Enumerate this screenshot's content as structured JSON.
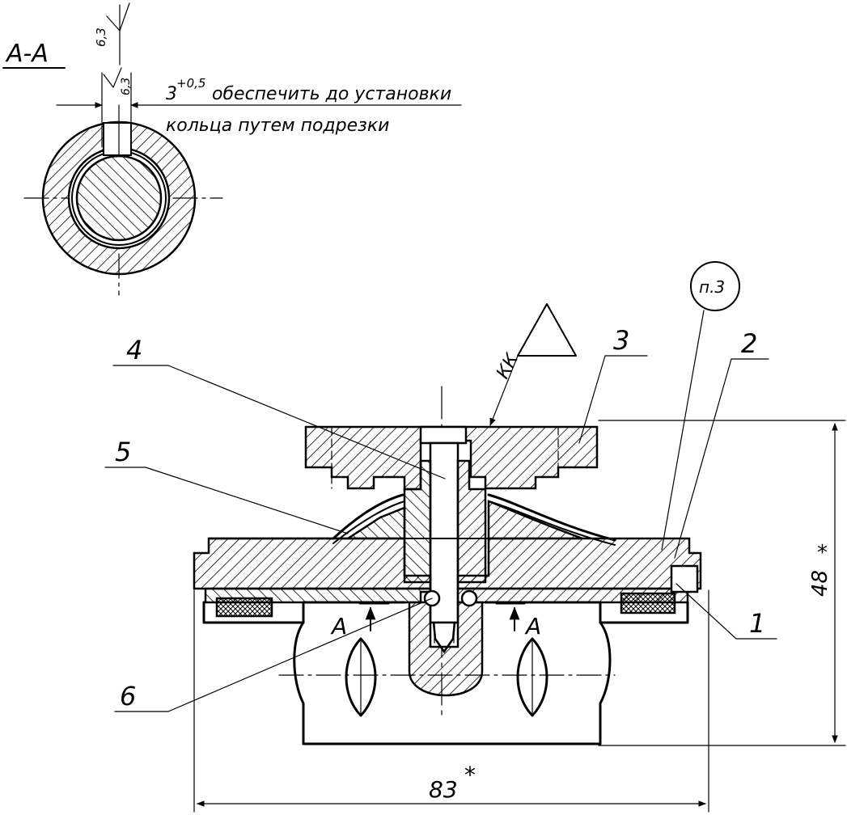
{
  "section_view": {
    "label": "А-А",
    "roughness_top": "6,3",
    "roughness_side": "6,3",
    "note_line_1": "3",
    "note_tolerance": "+0,5",
    "note_line_1_rest": "обеспечить до установки",
    "note_line_2": "кольца путем подрезки"
  },
  "main_view": {
    "callout_ref": "п.3",
    "surface_mark": "КК",
    "section_mark_left": "А",
    "section_mark_right": "А",
    "positions": [
      "1",
      "2",
      "3",
      "4",
      "5",
      "6"
    ],
    "dimension_height": "48",
    "dimension_height_mark": "*",
    "dimension_width": "83",
    "dimension_width_mark": "*"
  }
}
